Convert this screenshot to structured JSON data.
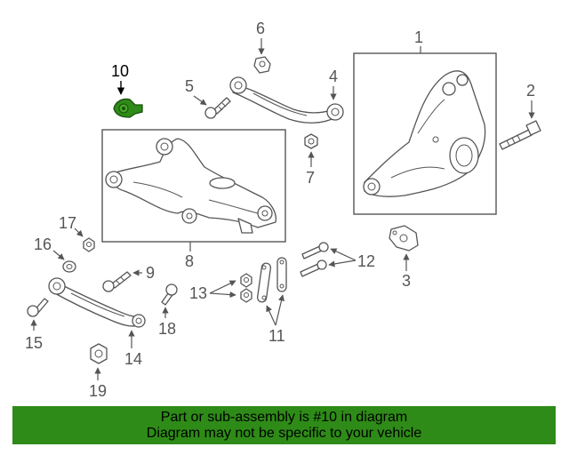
{
  "callouts": {
    "n1": "1",
    "n2": "2",
    "n3": "3",
    "n4": "4",
    "n5": "5",
    "n6": "6",
    "n7": "7",
    "n8": "8",
    "n9": "9",
    "n10": "10",
    "n11": "11",
    "n12": "12",
    "n13": "13",
    "n14": "14",
    "n15": "15",
    "n16": "16",
    "n17": "17",
    "n18": "18",
    "n19": "19"
  },
  "highlight": {
    "part_number": "10",
    "color": "#2e8b17"
  },
  "banner": {
    "line1": "Part or sub-assembly is #10 in diagram",
    "line2": "Diagram may not be specific to your vehicle",
    "background": "#2e8b17"
  }
}
